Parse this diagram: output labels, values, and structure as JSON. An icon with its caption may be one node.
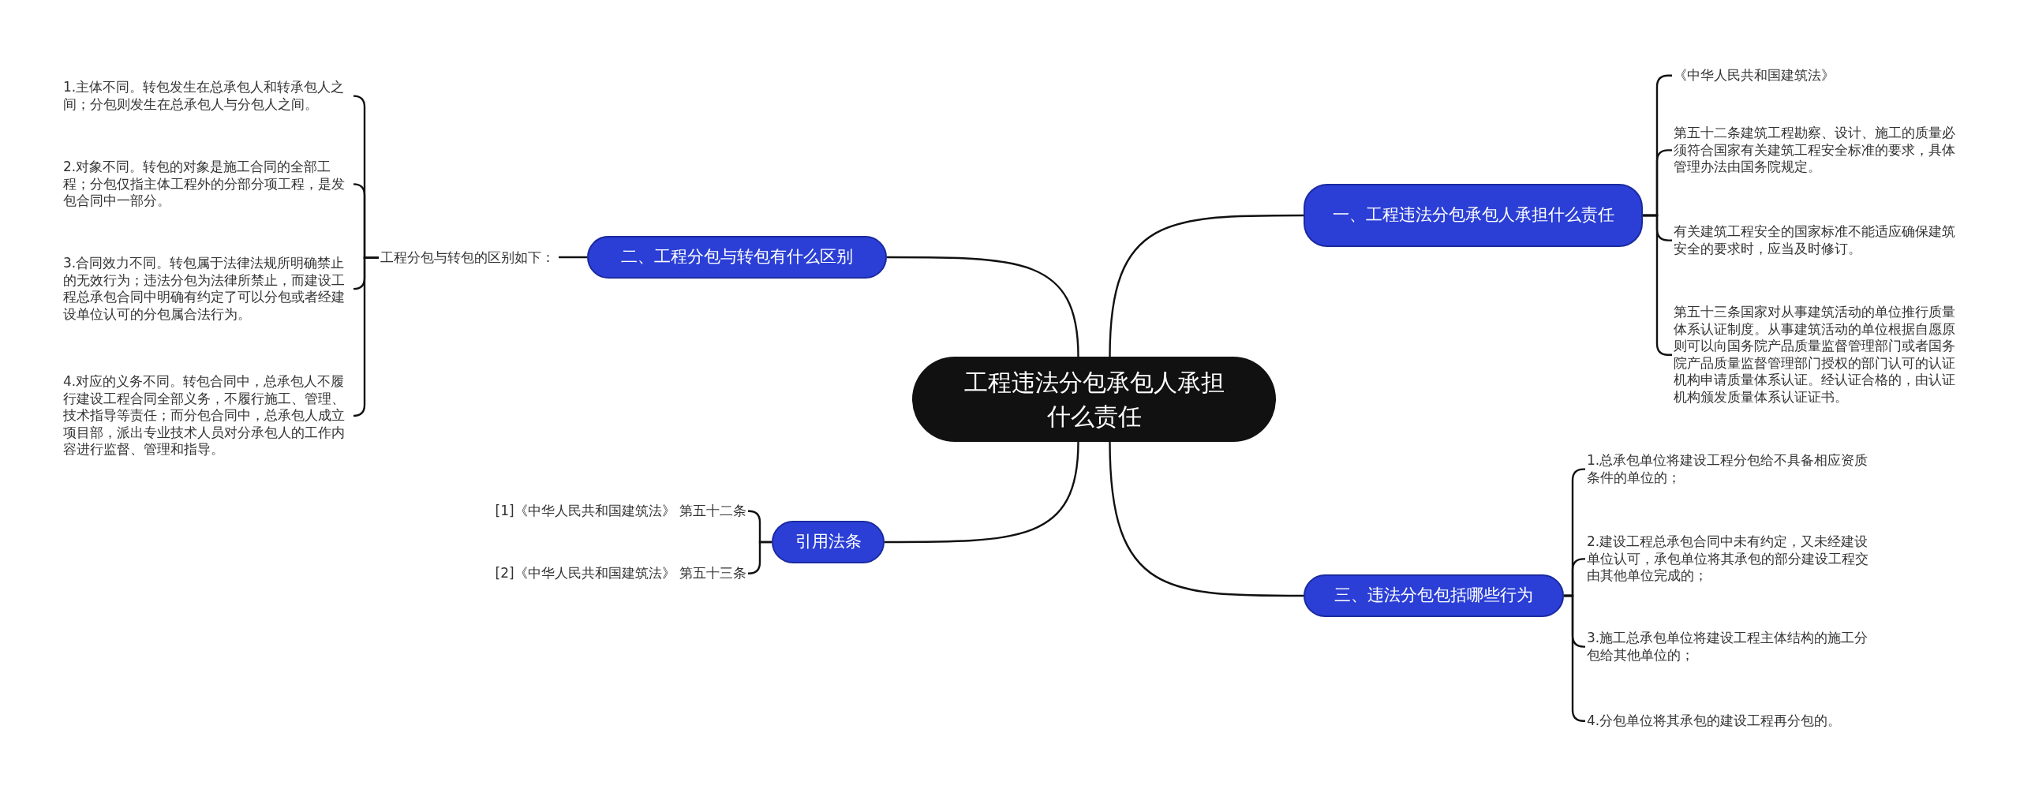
{
  "diagram": {
    "nodes": [
      {
        "text": [
          "工程违法分包承包人承担什么责任"
        ]
      },
      {
        "text": [
          "一、工程违法分包承包人承担什么责任"
        ]
      },
      {
        "text": [
          "《中华人民共和国建筑法》"
        ]
      },
      {
        "text": [
          "第五十二条建筑工程勘察、设计、施工的质量必须符合国家有关建筑工程安全标准的要求，具体管理办法由国务院规定。"
        ]
      },
      {
        "text": [
          "有关建筑工程安全的国家标准不能适应确保建筑安全的要求时，应当及时修订。"
        ]
      },
      {
        "text": [
          "第五十三条国家对从事建筑活动的单位推行质量体系认证制度。从事建筑活动的单位根据自愿原则可以向国务院产品质量监督管理部门或者国务院产品质量监督管理部门授权的部门认可的认证机构申请质量体系认证。经认证合格的，由认证机构颁发质量体系认证证书。"
        ]
      },
      {
        "text": [
          "二、工程分包与转包有什么区别"
        ]
      },
      {
        "text": [
          "工程分包与转包的区别如下："
        ]
      },
      {
        "text": [
          "1.主体不同。转包发生在总承包人和转承包人之间；分包则发生在总承包人与分包人之间。"
        ]
      },
      {
        "text": [
          "2.对象不同。转包的对象是施工合同的全部工程；分包仅指主体工程外的分部分项工程，是发包合同中一部分。"
        ]
      },
      {
        "text": [
          "3.合同效力不同。转包属于法律法规所明确禁止的无效行为；违法分包为法律所禁止，而建设工程总承包合同中明确有约定了可以分包或者经建设单位认可的分包属合法行为。"
        ]
      },
      {
        "text": [
          "4.对应的义务不同。转包合同中，总承包人不履行建设工程合同全部义务，不履行施工、管理、技术指导等责任；而分包合同中，总承包人成立项目部，派出专业技术人员对分承包人的工作内容进行监督、管理和指导。"
        ]
      },
      {
        "text": [
          "引用法条"
        ]
      },
      {
        "text": [
          "[1]《中华人民共和国建筑法》 第五十二条"
        ]
      },
      {
        "text": [
          "[2]《中华人民共和国建筑法》 第五十三条"
        ]
      },
      {
        "text": [
          "三、违法分包包括哪些行为"
        ]
      },
      {
        "text": [
          "1.总承包单位将建设工程分包给不具备相应资质条件的单位的；"
        ]
      },
      {
        "text": [
          "2.建设工程总承包合同中未有约定，又未经建设单位认可，承包单位将其承包的部分建设工程交由其他单位完成的；"
        ]
      },
      {
        "text": [
          "3.施工总承包单位将建设工程主体结构的施工分包给其他单位的；"
        ]
      },
      {
        "text": [
          "4.分包单位将其承包的建设工程再分包的。"
        ]
      }
    ],
    "edges": [
      {
        "from": 0,
        "to": 1,
        "arrow": "none"
      },
      {
        "from": 1,
        "to": 2,
        "arrow": "none"
      },
      {
        "from": 1,
        "to": 3,
        "arrow": "none"
      },
      {
        "from": 1,
        "to": 4,
        "arrow": "none"
      },
      {
        "from": 1,
        "to": 5,
        "arrow": "none"
      },
      {
        "from": 0,
        "to": 6,
        "arrow": "none"
      },
      {
        "from": 6,
        "to": 7,
        "arrow": "none"
      },
      {
        "from": 7,
        "to": 8,
        "arrow": "none"
      },
      {
        "from": 7,
        "to": 9,
        "arrow": "none"
      },
      {
        "from": 7,
        "to": 10,
        "arrow": "none"
      },
      {
        "from": 7,
        "to": 11,
        "arrow": "none"
      },
      {
        "from": 0,
        "to": 12,
        "arrow": "none"
      },
      {
        "from": 12,
        "to": 13,
        "arrow": "none"
      },
      {
        "from": 12,
        "to": 14,
        "arrow": "none"
      },
      {
        "from": 0,
        "to": 15,
        "arrow": "none"
      },
      {
        "from": 15,
        "to": 16,
        "arrow": "none"
      },
      {
        "from": 15,
        "to": 17,
        "arrow": "none"
      },
      {
        "from": 15,
        "to": 18,
        "arrow": "none"
      },
      {
        "from": 15,
        "to": 19,
        "arrow": "none"
      }
    ]
  }
}
